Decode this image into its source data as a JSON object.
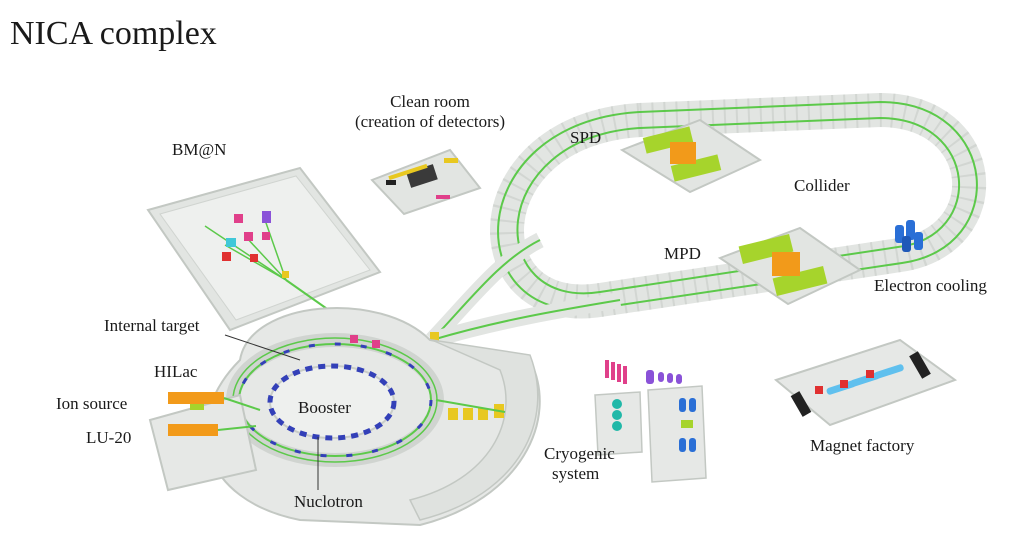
{
  "title": "NICA complex",
  "labels": {
    "clean_room_line1": "Clean room",
    "clean_room_line2": "(creation of detectors)",
    "bmn": "BM@N",
    "spd": "SPD",
    "collider": "Collider",
    "mpd": "MPD",
    "electron_cooling": "Electron cooling",
    "internal_target": "Internal target",
    "hilac": "HILac",
    "ion_source": "Ion source",
    "lu20": "LU-20",
    "booster": "Booster",
    "nuclotron": "Nuclotron",
    "cryogenic_line1": "Cryogenic",
    "cryogenic_line2": "system",
    "magnet_factory": "Magnet factory"
  },
  "colors": {
    "platform": "#e6e8e6",
    "platform_edge": "#c8ccc8",
    "beam": "#5cc94a",
    "magnet_green": "#a6d42c",
    "detector_orange": "#f29a1a",
    "booster_blue": "#3340b8",
    "cooling_blue": "#2a6fd6",
    "magenta": "#e0408a",
    "cyan": "#40c8d8",
    "yellow": "#e8c820",
    "red": "#e03030",
    "light_blue": "#60c0ee",
    "purple": "#8a52d8",
    "black": "#222222"
  }
}
